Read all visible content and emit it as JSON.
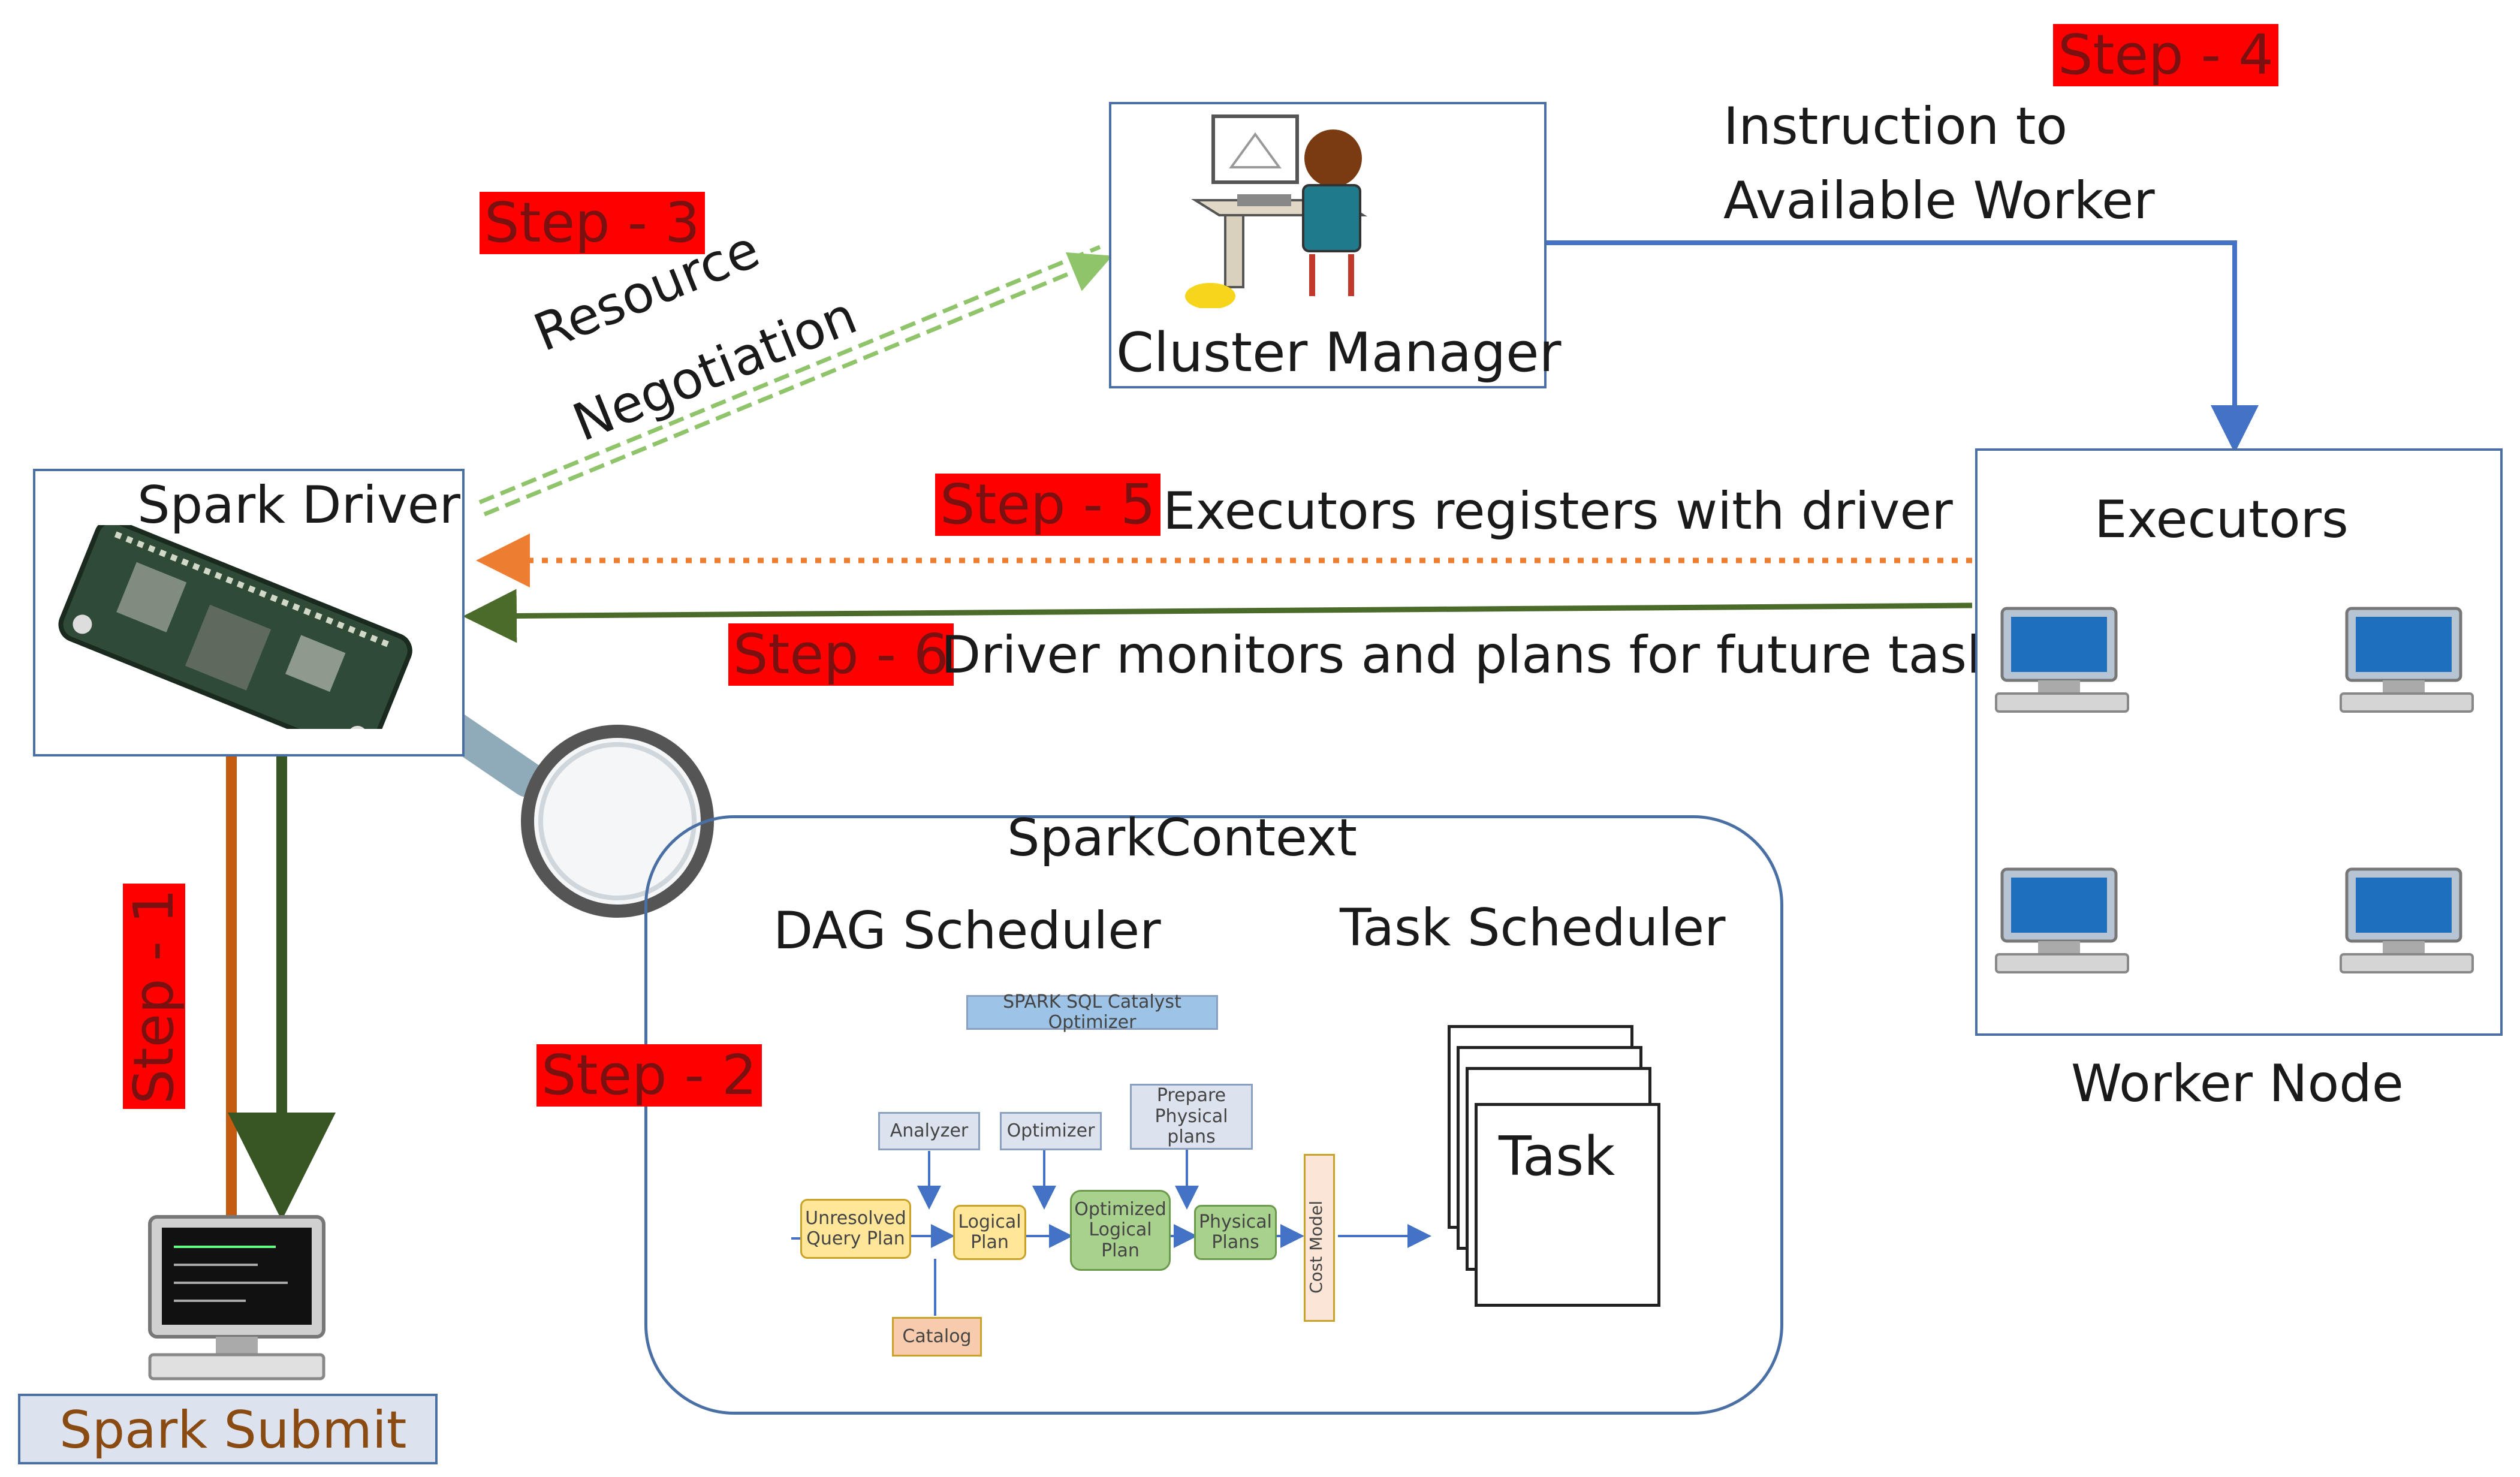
{
  "steps": {
    "s1": "Step - 1",
    "s2": "Step - 2",
    "s3": "Step - 3",
    "s4": "Step - 4",
    "s5": "Step - 5",
    "s6": "Step - 6"
  },
  "labels": {
    "resource_negotiation_1": "Resource",
    "resource_negotiation_2": "Negotiation",
    "cluster_manager": "Cluster Manager",
    "instruction_1": "Instruction to",
    "instruction_2": "Available Worker",
    "spark_driver": "Spark Driver",
    "executors_register": "Executors registers with driver",
    "driver_monitors": "Driver monitors and plans for future task",
    "executors": "Executors",
    "worker_node": "Worker Node",
    "spark_context": "SparkContext",
    "dag_scheduler": "DAG Scheduler",
    "task_scheduler": "Task Scheduler",
    "task": "Task",
    "spark_submit": "Spark Submit"
  },
  "catalyst": {
    "title": "SPARK SQL Catalyst Optimizer",
    "analyzer": "Analyzer",
    "optimizer": "Optimizer",
    "prepare": "Prepare Physical plans",
    "unresolved": "Unresolved Query Plan",
    "logical": "Logical Plan",
    "optimized": "Optimized Logical Plan",
    "physical": "Physical Plans",
    "cost_model": "Cost Model",
    "catalog": "Catalog"
  },
  "colors": {
    "step_bg": "#ff0000",
    "box_border": "#4a6fa5",
    "resource_arrow": "#8fc46a",
    "instruction_arrow": "#4472c4",
    "register_arrow": "#ed7d31",
    "monitor_arrow": "#4a6b2a",
    "submit_orange": "#c55a11",
    "submit_green": "#375623"
  }
}
